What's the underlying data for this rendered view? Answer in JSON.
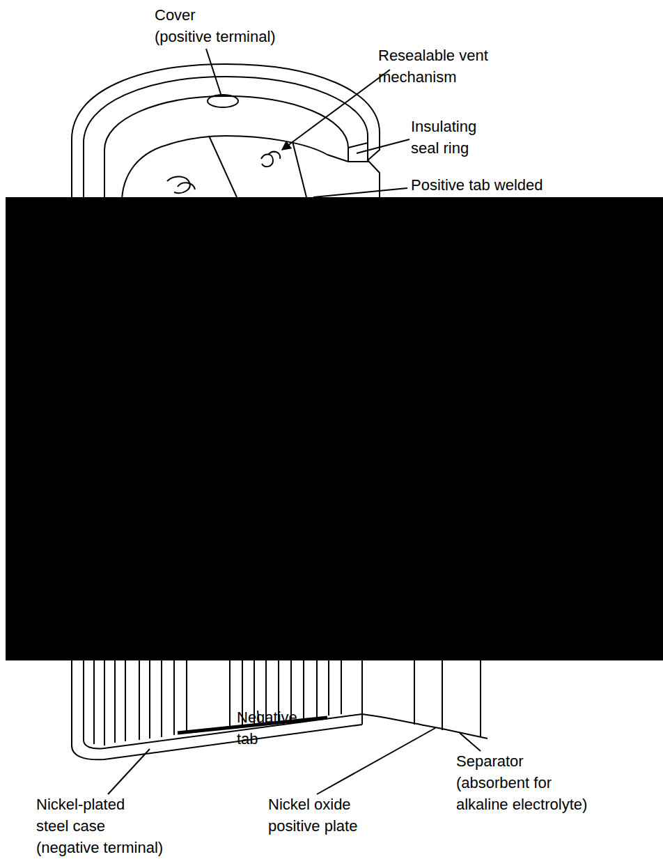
{
  "diagram": {
    "labels": [
      "Cover (positive terminal)",
      "Resealable vent mechanism",
      "Insulating seal ring",
      "Positive tab welded",
      "Negative tab",
      "Separator (absorbent for alkaline electrolyte)",
      "Nickel-plated steel case (negative terminal)",
      "Nickel oxide positive plate"
    ]
  }
}
